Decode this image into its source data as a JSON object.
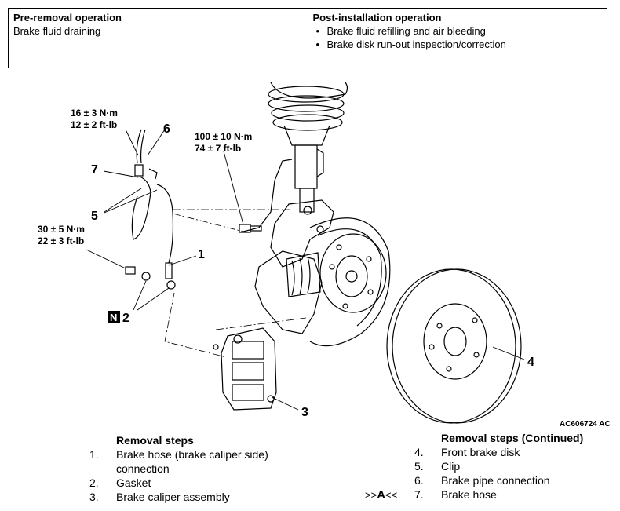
{
  "pre_removal": {
    "heading": "Pre-removal operation",
    "text": "Brake fluid draining"
  },
  "post_installation": {
    "heading": "Post-installation operation",
    "items": [
      "Brake fluid refilling and air bleeding",
      "Brake disk run-out inspection/correction"
    ]
  },
  "diagram": {
    "torque_hose_nm": "16 ± 3 N·m",
    "torque_hose_ftlb": "12 ± 2 ft-lb",
    "torque_caliper_nm": "100 ± 10 N·m",
    "torque_caliper_ftlb": "74 ± 7 ft-lb",
    "torque_bolt_nm": "30 ± 5 N·m",
    "torque_bolt_ftlb": "22 ± 3 ft-lb",
    "callouts": [
      "1",
      "2",
      "3",
      "4",
      "5",
      "6",
      "7"
    ],
    "nonreusable_mark": "N",
    "figure_code": "AC606724 AC"
  },
  "removal_steps": {
    "heading": "Removal steps",
    "steps": [
      {
        "num": "1.",
        "text": "Brake hose (brake caliper side)"
      },
      {
        "num": "",
        "text": "connection"
      },
      {
        "num": "2.",
        "text": "Gasket"
      },
      {
        "num": "3.",
        "text": "Brake caliper assembly"
      }
    ]
  },
  "removal_steps_continued": {
    "heading": "Removal steps (Continued)",
    "steps": [
      {
        "num": "4.",
        "text": "Front brake disk"
      },
      {
        "num": "5.",
        "text": "Clip"
      },
      {
        "num": "6.",
        "text": "Brake pipe connection"
      },
      {
        "num": "7.",
        "text": "Brake hose"
      }
    ],
    "reference_prefix": ">>",
    "reference_letter": "A",
    "reference_suffix": "<<"
  }
}
